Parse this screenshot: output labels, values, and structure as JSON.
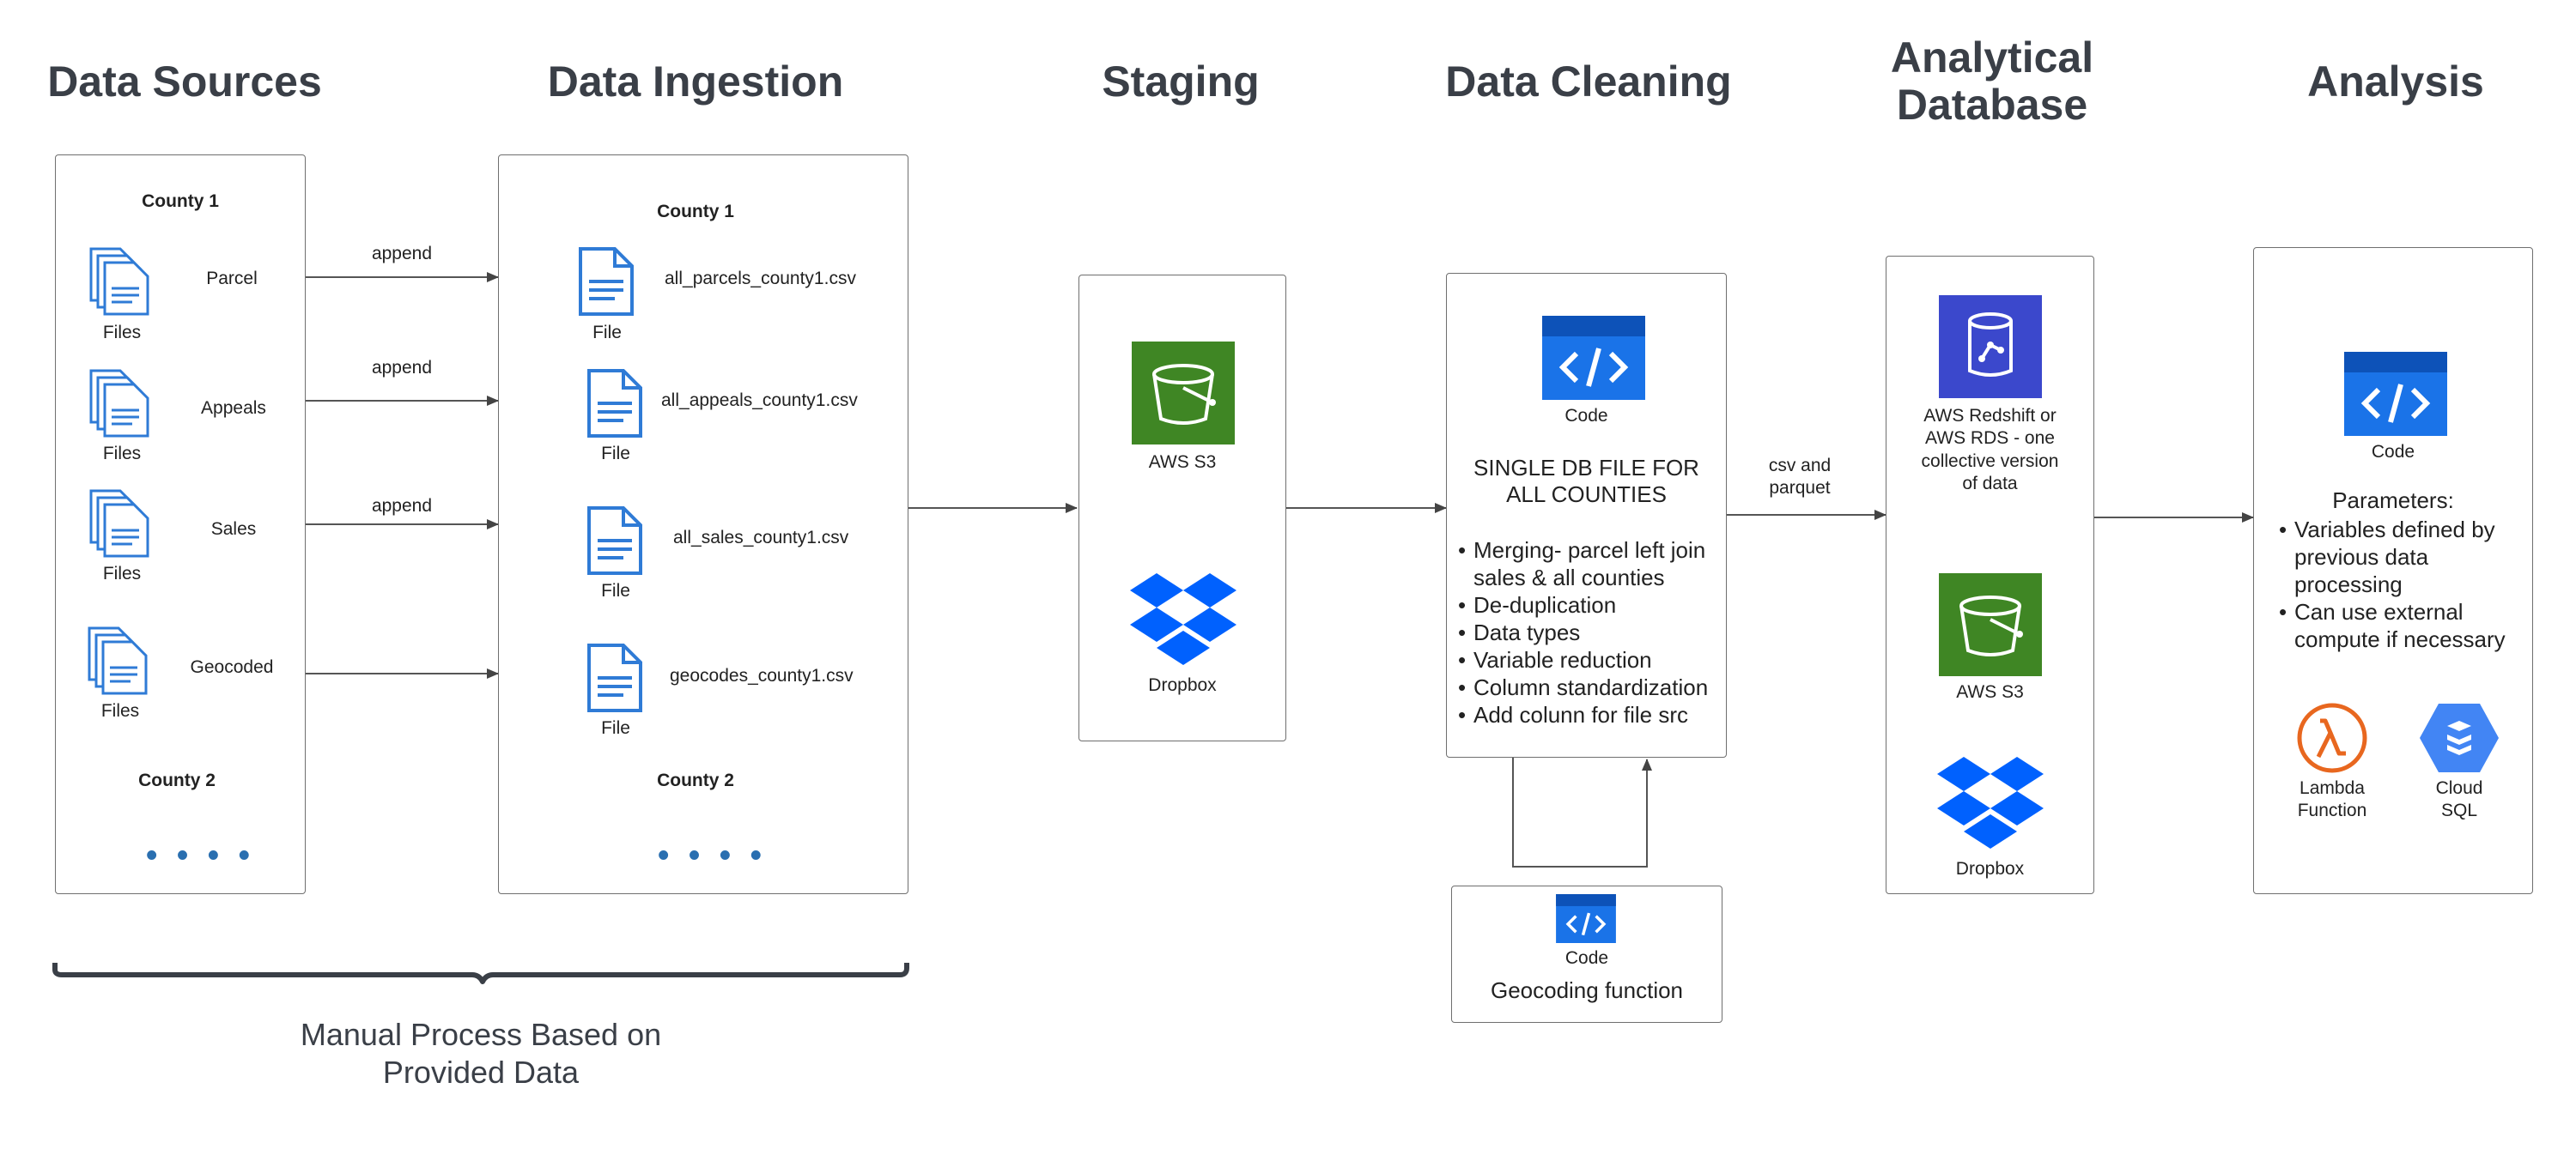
{
  "headers": {
    "data_sources": "Data Sources",
    "data_ingestion": "Data Ingestion",
    "staging": "Staging",
    "data_cleaning": "Data Cleaning",
    "analytical_db_line1": "Analytical",
    "analytical_db_line2": "Database",
    "analysis": "Analysis"
  },
  "sources": {
    "county1": "County 1",
    "county2": "County 2",
    "items": [
      {
        "name": "Parcel",
        "icon_label": "Files"
      },
      {
        "name": "Appeals",
        "icon_label": "Files"
      },
      {
        "name": "Sales",
        "icon_label": "Files"
      },
      {
        "name": "Geocoded",
        "icon_label": "Files"
      }
    ],
    "ellipsis": "• • • •"
  },
  "arrows": {
    "append1": "append",
    "append2": "append",
    "append3": "append",
    "csv_parquet_line1": "csv and",
    "csv_parquet_line2": "parquet"
  },
  "ingestion": {
    "county1": "County 1",
    "county2": "County 2",
    "files": [
      {
        "name": "all_parcels_county1.csv",
        "icon_label": "File"
      },
      {
        "name": "all_appeals_county1.csv",
        "icon_label": "File"
      },
      {
        "name": "all_sales_county1.csv",
        "icon_label": "File"
      },
      {
        "name": "geocodes_county1.csv",
        "icon_label": "File"
      }
    ],
    "ellipsis": "• • • •"
  },
  "staging": {
    "s3_label": "AWS S3",
    "dropbox_label": "Dropbox"
  },
  "cleaning": {
    "code_label": "Code",
    "title_line1": "SINGLE DB FILE FOR",
    "title_line2": "ALL COUNTIES",
    "bullets": [
      "Merging- parcel left join sales & all counties",
      "De-duplication",
      "Data types",
      "Variable reduction",
      "Column standardization",
      "Add colunn for file src"
    ],
    "geocode_code_label": "Code",
    "geocode_label": "Geocoding function"
  },
  "analytical_db": {
    "redshift_line1": "AWS Redshift or",
    "redshift_line2": "AWS RDS - one",
    "redshift_line3": "collective version",
    "redshift_line4": "of data",
    "s3_label": "AWS S3",
    "dropbox_label": "Dropbox"
  },
  "analysis": {
    "code_label": "Code",
    "params_title": "Parameters:",
    "params": [
      "Variables defined by previous data processing",
      "Can use external compute if necessary"
    ],
    "lambda_line1": "Lambda",
    "lambda_line2": "Function",
    "cloudsql_line1": "Cloud",
    "cloudsql_line2": "SQL"
  },
  "brace_label_line1": "Manual Process Based on",
  "brace_label_line2": "Provided Data",
  "colors": {
    "header": "#3a3f47",
    "aws_green": "#3f8624",
    "dropbox_blue": "#0061fe",
    "code_blue": "#1a73e8",
    "redshift_indigo": "#3b48cc",
    "lambda_orange": "#e8671f",
    "cloudsql_blue": "#4285f4",
    "file_blue": "#2f7bd6"
  }
}
